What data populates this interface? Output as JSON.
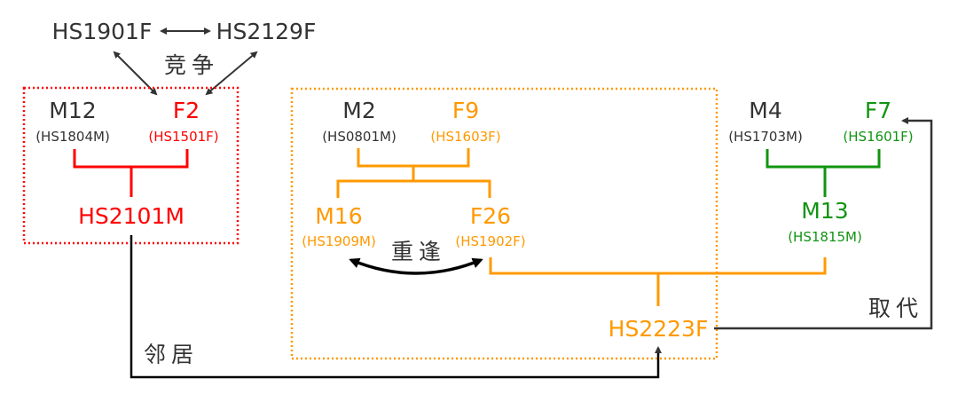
{
  "colors": {
    "dark": "#333333",
    "red": "#ff0000",
    "orange": "#ff9900",
    "green": "#129412"
  },
  "competition": {
    "left": "HS1901F",
    "right": "HS2129F",
    "label": "竞争"
  },
  "group_red": {
    "father": {
      "name": "M12",
      "id": "(HS1804M)"
    },
    "mother": {
      "name": "F2",
      "id": "(HS1501F)"
    },
    "child": "HS2101M"
  },
  "group_orange": {
    "father": {
      "name": "M2",
      "id": "(HS0801M)"
    },
    "mother": {
      "name": "F9",
      "id": "(HS1603F)"
    },
    "son": {
      "name": "M16",
      "id": "(HS1909M)"
    },
    "daughter": {
      "name": "F26",
      "id": "(HS1902F)"
    },
    "reunion_label": "重逢",
    "child": "HS2223F"
  },
  "group_green": {
    "father": {
      "name": "M4",
      "id": "(HS1703M)"
    },
    "mother": {
      "name": "F7",
      "id": "(HS1601F)"
    },
    "child": {
      "name": "M13",
      "id": "(HS1815M)"
    }
  },
  "neighbor_label": "邻居",
  "replace_label": "取代"
}
